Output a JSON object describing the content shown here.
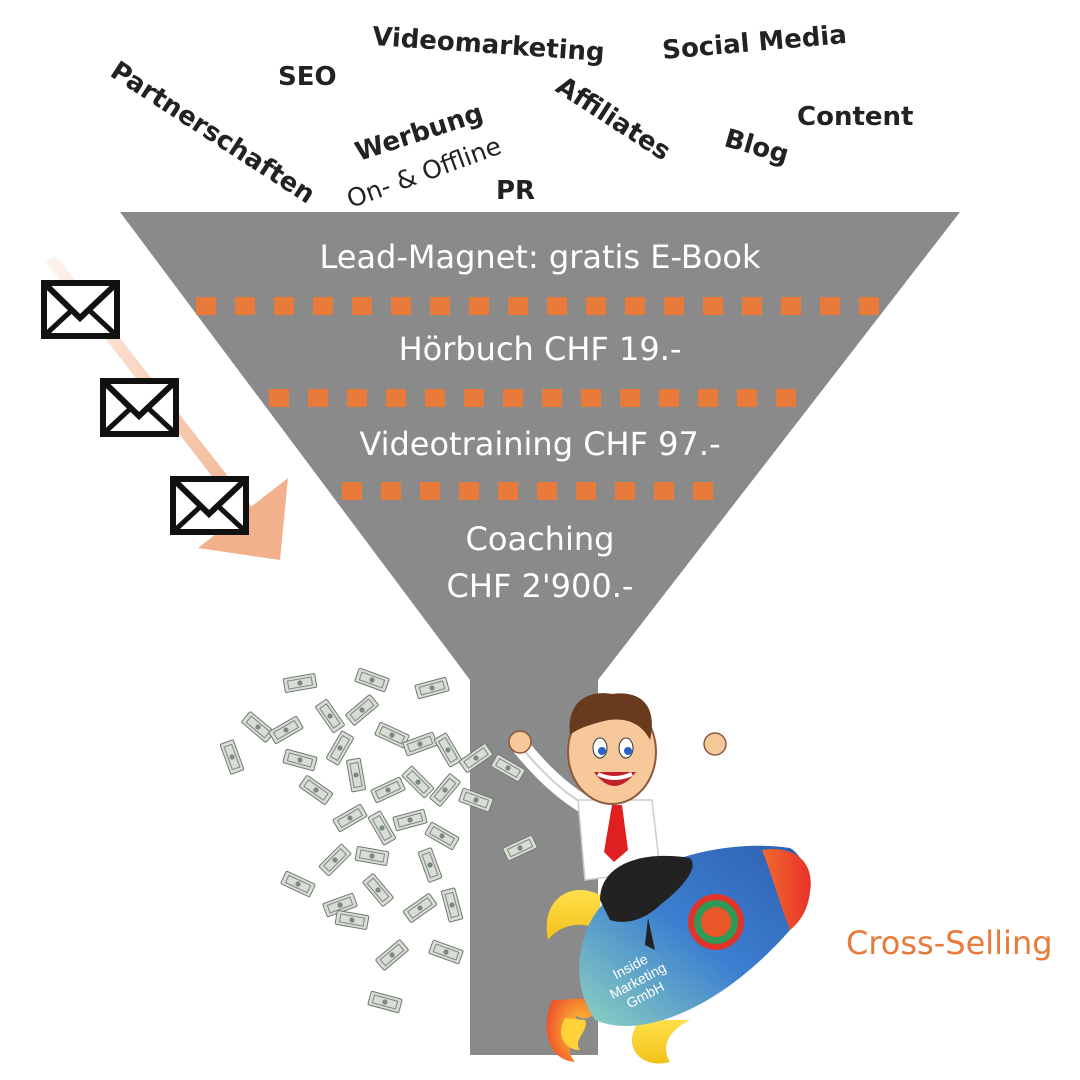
{
  "traffic_sources": {
    "partnerschaften": "Partnerschaften",
    "seo": "SEO",
    "videomarketing": "Videomarketing",
    "social_media": "Social Media",
    "werbung": "Werbung",
    "werbung_sub": "On- & Offline",
    "affiliates": "Affiliates",
    "blog": "Blog",
    "content": "Content",
    "pr": "PR"
  },
  "funnel": {
    "stages": [
      "Lead-Magnet: gratis E-Book",
      "Hörbuch CHF 19.-",
      "Videotraining CHF 97.-",
      "Coaching",
      "CHF 2'900.-"
    ]
  },
  "rocket": {
    "brand_line1": "Inside",
    "brand_line2": "Marketing",
    "brand_line3": "GmbH"
  },
  "cross_selling": "Cross-Selling",
  "icons": {
    "email": "envelope-icon",
    "money": "money-bill-icon",
    "rocket": "rocket-icon",
    "mascot": "businessman-mascot"
  },
  "colors": {
    "funnel": "#8a8a8a",
    "divider": "#e87a3a",
    "accent": "#e87a3a",
    "arrow": "#f2b08c",
    "text_dark": "#222222",
    "stage_text": "#ffffff"
  }
}
